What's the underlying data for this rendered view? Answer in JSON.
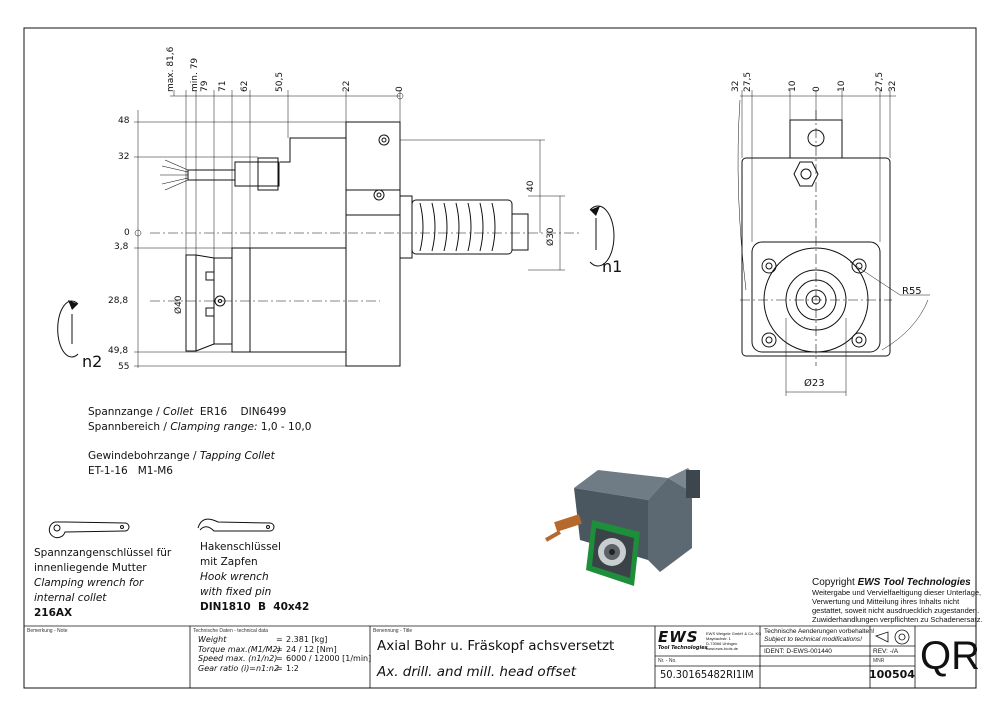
{
  "side_view": {
    "top_dims": [
      "max. 81,6",
      "min. 79",
      "79",
      "71",
      "62",
      "50,5",
      "22",
      "0"
    ],
    "left_dims": [
      "48",
      "32",
      "0",
      "3,8",
      "28,8",
      "49,8",
      "55"
    ],
    "right_dims": [
      "40",
      "Ø30"
    ],
    "diameter_40": "Ø40",
    "n1": "n1",
    "n2": "n2"
  },
  "front_view": {
    "top_dims": [
      "32",
      "27,5",
      "10",
      "0",
      "10",
      "27,5",
      "32"
    ],
    "r55": "R55",
    "d23": "Ø23"
  },
  "notes": {
    "collet_line1_de": "Spannzange /",
    "collet_line1_en": "Collet",
    "collet_line1_val": "ER16    DIN6499",
    "range_de": "Spannbereich /",
    "range_en": "Clamping range:",
    "range_val": "1,0 - 10,0",
    "tap_de": "Gewindebohrzange /",
    "tap_en": "Tapping Collet",
    "tap_val": "ET-1-16   M1-M6"
  },
  "wrenches": {
    "w1_l1": "Spannzangenschlüssel für",
    "w1_l2": "innenliegende Mutter",
    "w1_l3": "Clamping wrench for",
    "w1_l4": "internal collet",
    "w1_code": "216AX",
    "w2_l1": "Hakenschlüssel",
    "w2_l2": "mit Zapfen",
    "w2_l3": "Hook wrench",
    "w2_l4": "with fixed pin",
    "w2_code": "DIN1810  B  40x42"
  },
  "copyright": {
    "title_prefix": "Copyright ",
    "title_brand": "EWS Tool Technologies",
    "line1": "Weitergabe und Vervielfaeltigung dieser Unterlage,",
    "line2": "Verwertung und Mitteilung ihres Inhalts nicht",
    "line3": "gestattet, soweit nicht ausdruecklich zugestanden.",
    "line4": "Zuwiderhandlungen verpflichten zu Schadenersatz."
  },
  "title_block": {
    "remark_label": "Bemerkung - Note",
    "tech_label": "Technische Daten - technical data",
    "tech_rows": [
      {
        "label": "Weight",
        "eq": "=",
        "val": "2.381 [kg]"
      },
      {
        "label": "Torque max.(M1/M2)",
        "eq": "=",
        "val": "24 / 12 [Nm]"
      },
      {
        "label": "Speed max. (n1/n2)",
        "eq": "=",
        "val": "6000 / 12000 [1/min]"
      },
      {
        "label": "Gear ratio  (i)=n1:n2",
        "eq": "=",
        "val": "1:2"
      }
    ],
    "name_label": "Benennung - Title",
    "title_de": "Axial Bohr u. Fräskopf achsversetzt",
    "title_en": "Ax. drill. and mill. head offset",
    "logo": "EWS",
    "logo_sub": "Tool Technologies",
    "company_lines": [
      "EWS Weigele GmbH & Co. KG",
      "Maybachstr. 1",
      "D-73066 Uhingen",
      "www.ews-tools.de"
    ],
    "nr_label": "Nr. - No.",
    "part_no": "50.30165482RI1IM",
    "change_de": "Technische Aenderungen vorbehalten!",
    "change_en": "Subject to technical modifications!",
    "ident": "IDENT: D-EWS-001440",
    "rev": "REV: -/A",
    "mnr_label": "MNR",
    "mnr": "100504",
    "qr": "QR"
  }
}
